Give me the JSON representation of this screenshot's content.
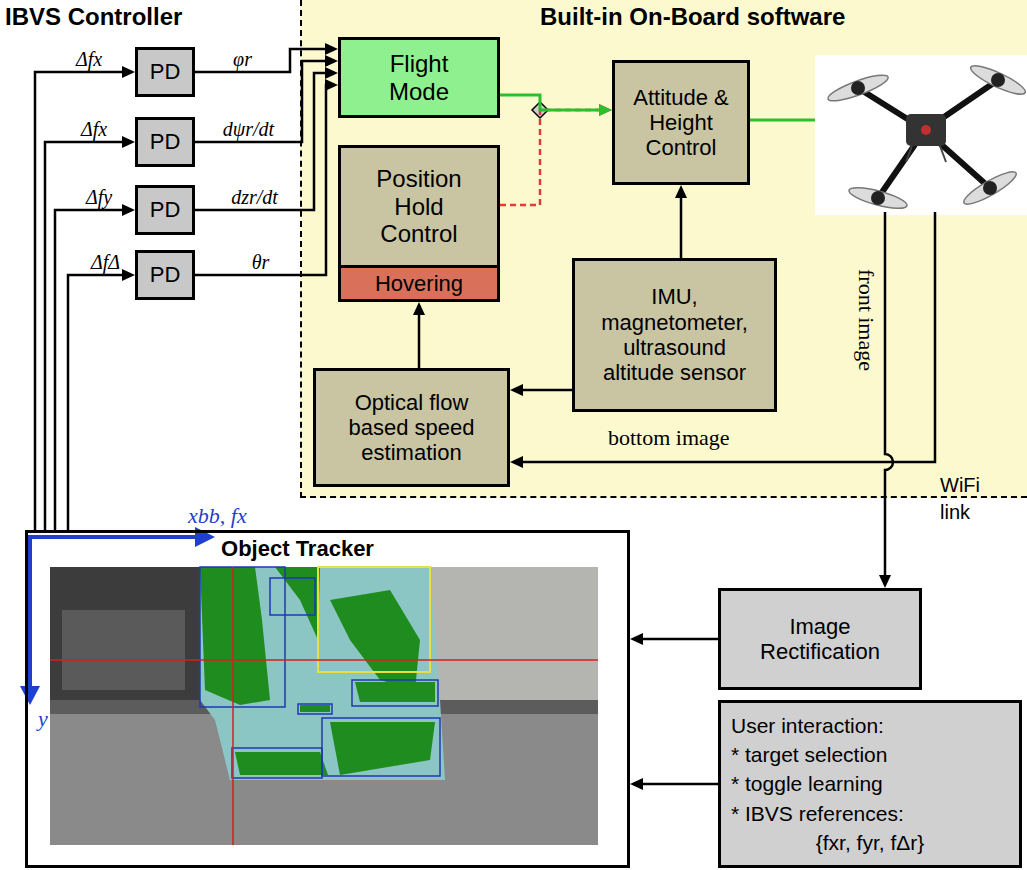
{
  "diagram": {
    "nodes": [
      {
        "text": [
          "Built-in On-Board software"
        ]
      },
      {
        "text": [
          "PD"
        ]
      },
      {
        "text": [
          "PD"
        ]
      },
      {
        "text": [
          "PD"
        ]
      },
      {
        "text": [
          "PD"
        ]
      },
      {
        "text": [
          "Flight Mode"
        ],
        "in": 0
      },
      {
        "text": [
          "Attitude & Height Control"
        ],
        "in": 0
      },
      {
        "text": [
          "Position Hold Control",
          "Hovering"
        ],
        "in": 0
      },
      {
        "text": [
          "IMU, magnetometer, ultrasound altitude sensor"
        ],
        "in": 0
      },
      {
        "text": [
          "Optical flow based speed estimation"
        ],
        "in": 0
      },
      {
        "text": [
          "Object Tracker"
        ]
      },
      {
        "text": [
          "Image Rectification"
        ]
      },
      {
        "text": [
          "User interaction:",
          "* target selection",
          "* toggle learning",
          "* IBVS references:",
          "{fxr, fyr, fΔr}"
        ]
      }
    ],
    "edges": [
      {
        "from": 1,
        "to": 5,
        "arrow": "to",
        "label": "φr"
      },
      {
        "from": 2,
        "to": 5,
        "arrow": "to",
        "label": "dψr/dt"
      },
      {
        "from": 3,
        "to": 5,
        "arrow": "to",
        "label": "dzr/dt"
      },
      {
        "from": 4,
        "to": 5,
        "arrow": "to",
        "label": "θr"
      },
      {
        "from": 10,
        "to": 1,
        "arrow": "to",
        "label": "Δfx"
      },
      {
        "from": 10,
        "to": 2,
        "arrow": "to",
        "label": "Δfx"
      },
      {
        "from": 10,
        "to": 3,
        "arrow": "to",
        "label": "Δfy"
      },
      {
        "from": 10,
        "to": 4,
        "arrow": "to",
        "label": "ΔfΔ"
      },
      {
        "from": 5,
        "to": 6,
        "arrow": "to"
      },
      {
        "from": 7,
        "to": 6,
        "arrow": "to"
      },
      {
        "from": 8,
        "to": 6,
        "arrow": "to"
      },
      {
        "from": 8,
        "to": 9,
        "arrow": "to"
      },
      {
        "from": 9,
        "to": 7,
        "arrow": "to"
      },
      {
        "from": 11,
        "to": 10,
        "arrow": "to"
      },
      {
        "from": 12,
        "to": 10,
        "arrow": "to"
      }
    ],
    "labels": [
      "IBVS Controller",
      "front image",
      "bottom image",
      "WiFi link",
      "xbb, fx",
      "y"
    ]
  }
}
